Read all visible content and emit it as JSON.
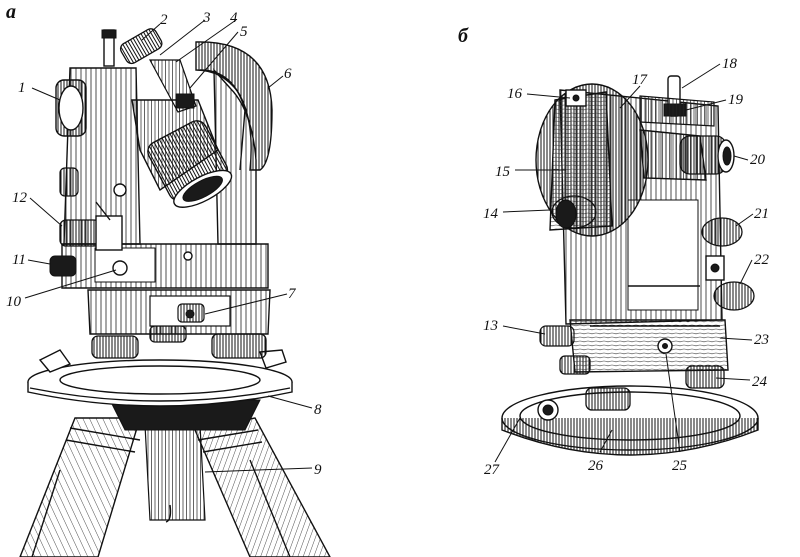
{
  "panels": [
    {
      "id": "a",
      "label": "а"
    },
    {
      "id": "b",
      "label": "б"
    }
  ],
  "callouts": [
    {
      "id": "1",
      "text": "1"
    },
    {
      "id": "2",
      "text": "2"
    },
    {
      "id": "3",
      "text": "3"
    },
    {
      "id": "4",
      "text": "4"
    },
    {
      "id": "5",
      "text": "5"
    },
    {
      "id": "6",
      "text": "6"
    },
    {
      "id": "7",
      "text": "7"
    },
    {
      "id": "8",
      "text": "8"
    },
    {
      "id": "9",
      "text": "9"
    },
    {
      "id": "10",
      "text": "10"
    },
    {
      "id": "11",
      "text": "11"
    },
    {
      "id": "12",
      "text": "12"
    },
    {
      "id": "13",
      "text": "13"
    },
    {
      "id": "14",
      "text": "14"
    },
    {
      "id": "15",
      "text": "15"
    },
    {
      "id": "16",
      "text": "16"
    },
    {
      "id": "17",
      "text": "17"
    },
    {
      "id": "18",
      "text": "18"
    },
    {
      "id": "19",
      "text": "19"
    },
    {
      "id": "20",
      "text": "20"
    },
    {
      "id": "21",
      "text": "21"
    },
    {
      "id": "22",
      "text": "22"
    },
    {
      "id": "23",
      "text": "23"
    },
    {
      "id": "24",
      "text": "24"
    },
    {
      "id": "25",
      "text": "25"
    },
    {
      "id": "26",
      "text": "26"
    },
    {
      "id": "27",
      "text": "27"
    }
  ],
  "colors": {
    "ink": "#111111",
    "paper": "#ffffff"
  }
}
